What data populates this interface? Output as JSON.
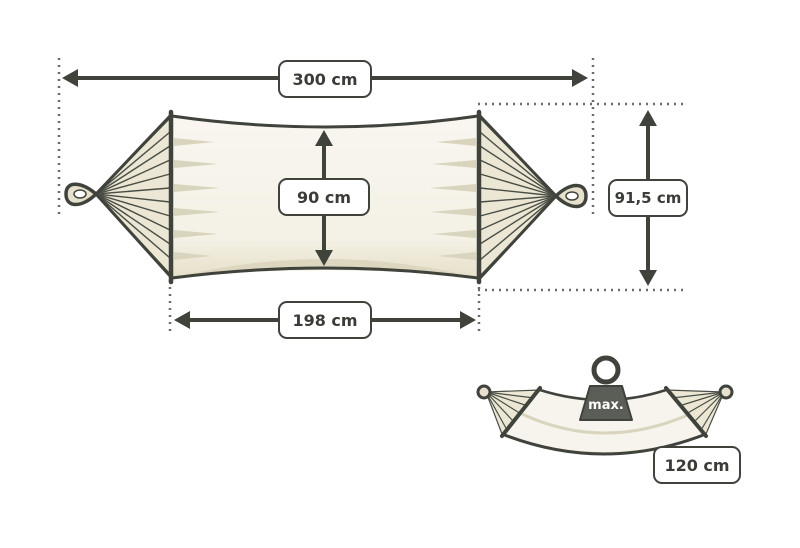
{
  "colors": {
    "outline": "#3f433c",
    "fabric": "#f6f4ec",
    "stripe": "#d9d4bd",
    "string_fill": "#ebe7d4",
    "weight": "#5b5e57",
    "label_text": "#3a3d37"
  },
  "dimensions": {
    "total_length": "300 cm",
    "bed_width": "90 cm",
    "bed_length": "198 cm",
    "side_height": "91,5 cm",
    "sag_depth": "120 cm"
  },
  "weight_icon": {
    "icon": "weight-icon",
    "label": "max."
  }
}
